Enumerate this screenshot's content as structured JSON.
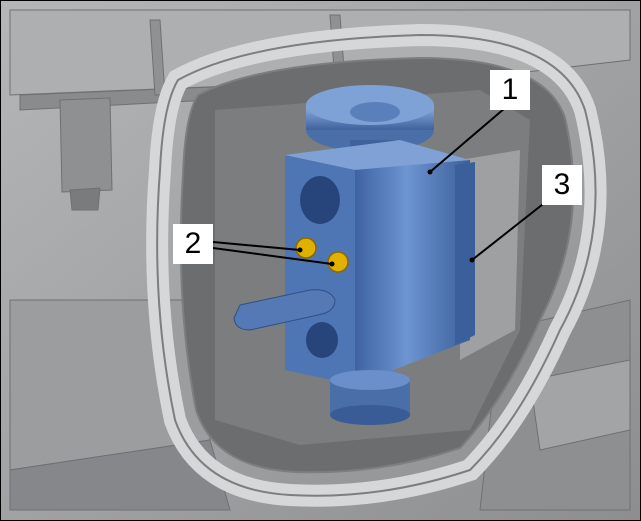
{
  "colors": {
    "housing": "#9a9b9d",
    "housing_dark": "#6f7072",
    "housing_light": "#c6c7c9",
    "valve_body": "#5b84c2",
    "valve_dark": "#2f4f86",
    "valve_light": "#8fb0e0",
    "seal_ring": "#b9babc",
    "bolt": "#e2b000",
    "leader": "#000000"
  },
  "callouts": {
    "item_1": "1",
    "item_2": "2",
    "item_3": "3"
  }
}
